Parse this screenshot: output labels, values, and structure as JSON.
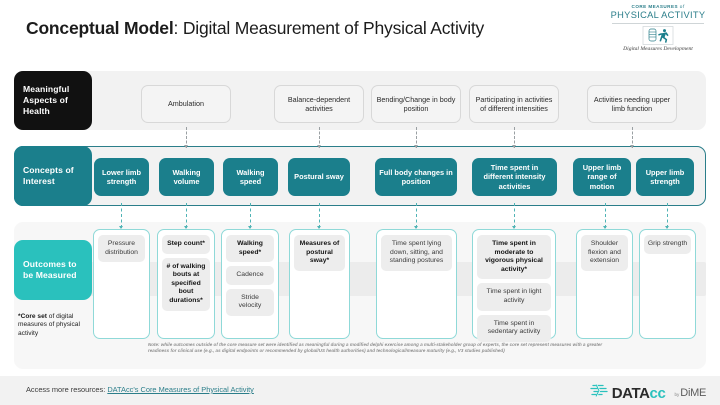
{
  "header": {
    "title_bold": "Conceptual Model",
    "title_rest": ": Digital Measurement of Physical Activity",
    "logo": {
      "line1_a": "CORE MEASURES ",
      "line1_b": "of",
      "line2": "PHYSICAL ACTIVITY",
      "line3": "Digital Measures Development"
    }
  },
  "rows": {
    "meaningful_aspects_label": "Meaningful Aspects of Health",
    "concepts_label": "Concepts of Interest",
    "outcomes_label": "Outcomes to be Measured",
    "core_note_bold": "*Core set",
    "core_note_rest": " of digital measures of physical activity"
  },
  "meaningful_aspects": [
    {
      "label": "Ambulation"
    },
    {
      "label": "Balance-dependent activities"
    },
    {
      "label": "Bending/Change in body position"
    },
    {
      "label": "Participating in activities of different intensities"
    },
    {
      "label": "Activities needing upper limb function"
    }
  ],
  "concepts": [
    {
      "label": "Lower limb strength"
    },
    {
      "label": "Walking volume"
    },
    {
      "label": "Walking speed"
    },
    {
      "label": "Postural sway"
    },
    {
      "label": "Full body changes in position"
    },
    {
      "label": "Time spent in different intensity activities"
    },
    {
      "label": "Upper limb range of motion"
    },
    {
      "label": "Upper limb strength"
    }
  ],
  "outcomes": [
    {
      "chips": [
        {
          "text": "Pressure distribution",
          "core": false
        }
      ]
    },
    {
      "chips": [
        {
          "text": "Step count*",
          "core": true
        },
        {
          "text": "# of walking bouts at specified bout durations*",
          "core": true
        }
      ]
    },
    {
      "chips": [
        {
          "text": "Walking speed*",
          "core": true
        },
        {
          "text": "Cadence",
          "core": false
        },
        {
          "text": "Stride velocity",
          "core": false
        }
      ]
    },
    {
      "chips": [
        {
          "text": "Measures of postural sway*",
          "core": true
        }
      ]
    },
    {
      "chips": [
        {
          "text": "Time spent lying down, sitting, and standing postures",
          "core": false
        }
      ]
    },
    {
      "chips": [
        {
          "text": "Time spent in moderate to vigorous physical activity*",
          "core": true
        },
        {
          "text": "Time spent in light activity",
          "core": false
        },
        {
          "text": "Time spent in sedentary activity",
          "core": false
        }
      ]
    },
    {
      "chips": [
        {
          "text": "Shoulder flexion and extension",
          "core": false
        }
      ]
    },
    {
      "chips": [
        {
          "text": "Grip strength",
          "core": false
        }
      ]
    }
  ],
  "note": "Note: while outcomes outside of the core measure set were identified as meaningful during a modified delphi exercise among a multi-stakeholder group of experts, the core set represent measures with a greater readiness for clinical use (e.g., as digital endpoints or recommended by global/US health authorities) and technological/measure maturity (e.g., V3 studies published)",
  "footer": {
    "text": "Access more resources: ",
    "link": "DATAcc's Core Measures of Physical Activity",
    "datacc_a": "DATA",
    "datacc_b": "cc",
    "dime_by": "by ",
    "dime_word": "DiME"
  },
  "colors": {
    "black_pill": "#111111",
    "teal_dark": "#1b7f8c",
    "teal_bright": "#2ac1bd",
    "band_gray": "#f2f2f2",
    "chip_gray": "#ededed",
    "connector_gray": "#9aa0a3",
    "connector_teal": "#4fb3b5"
  }
}
